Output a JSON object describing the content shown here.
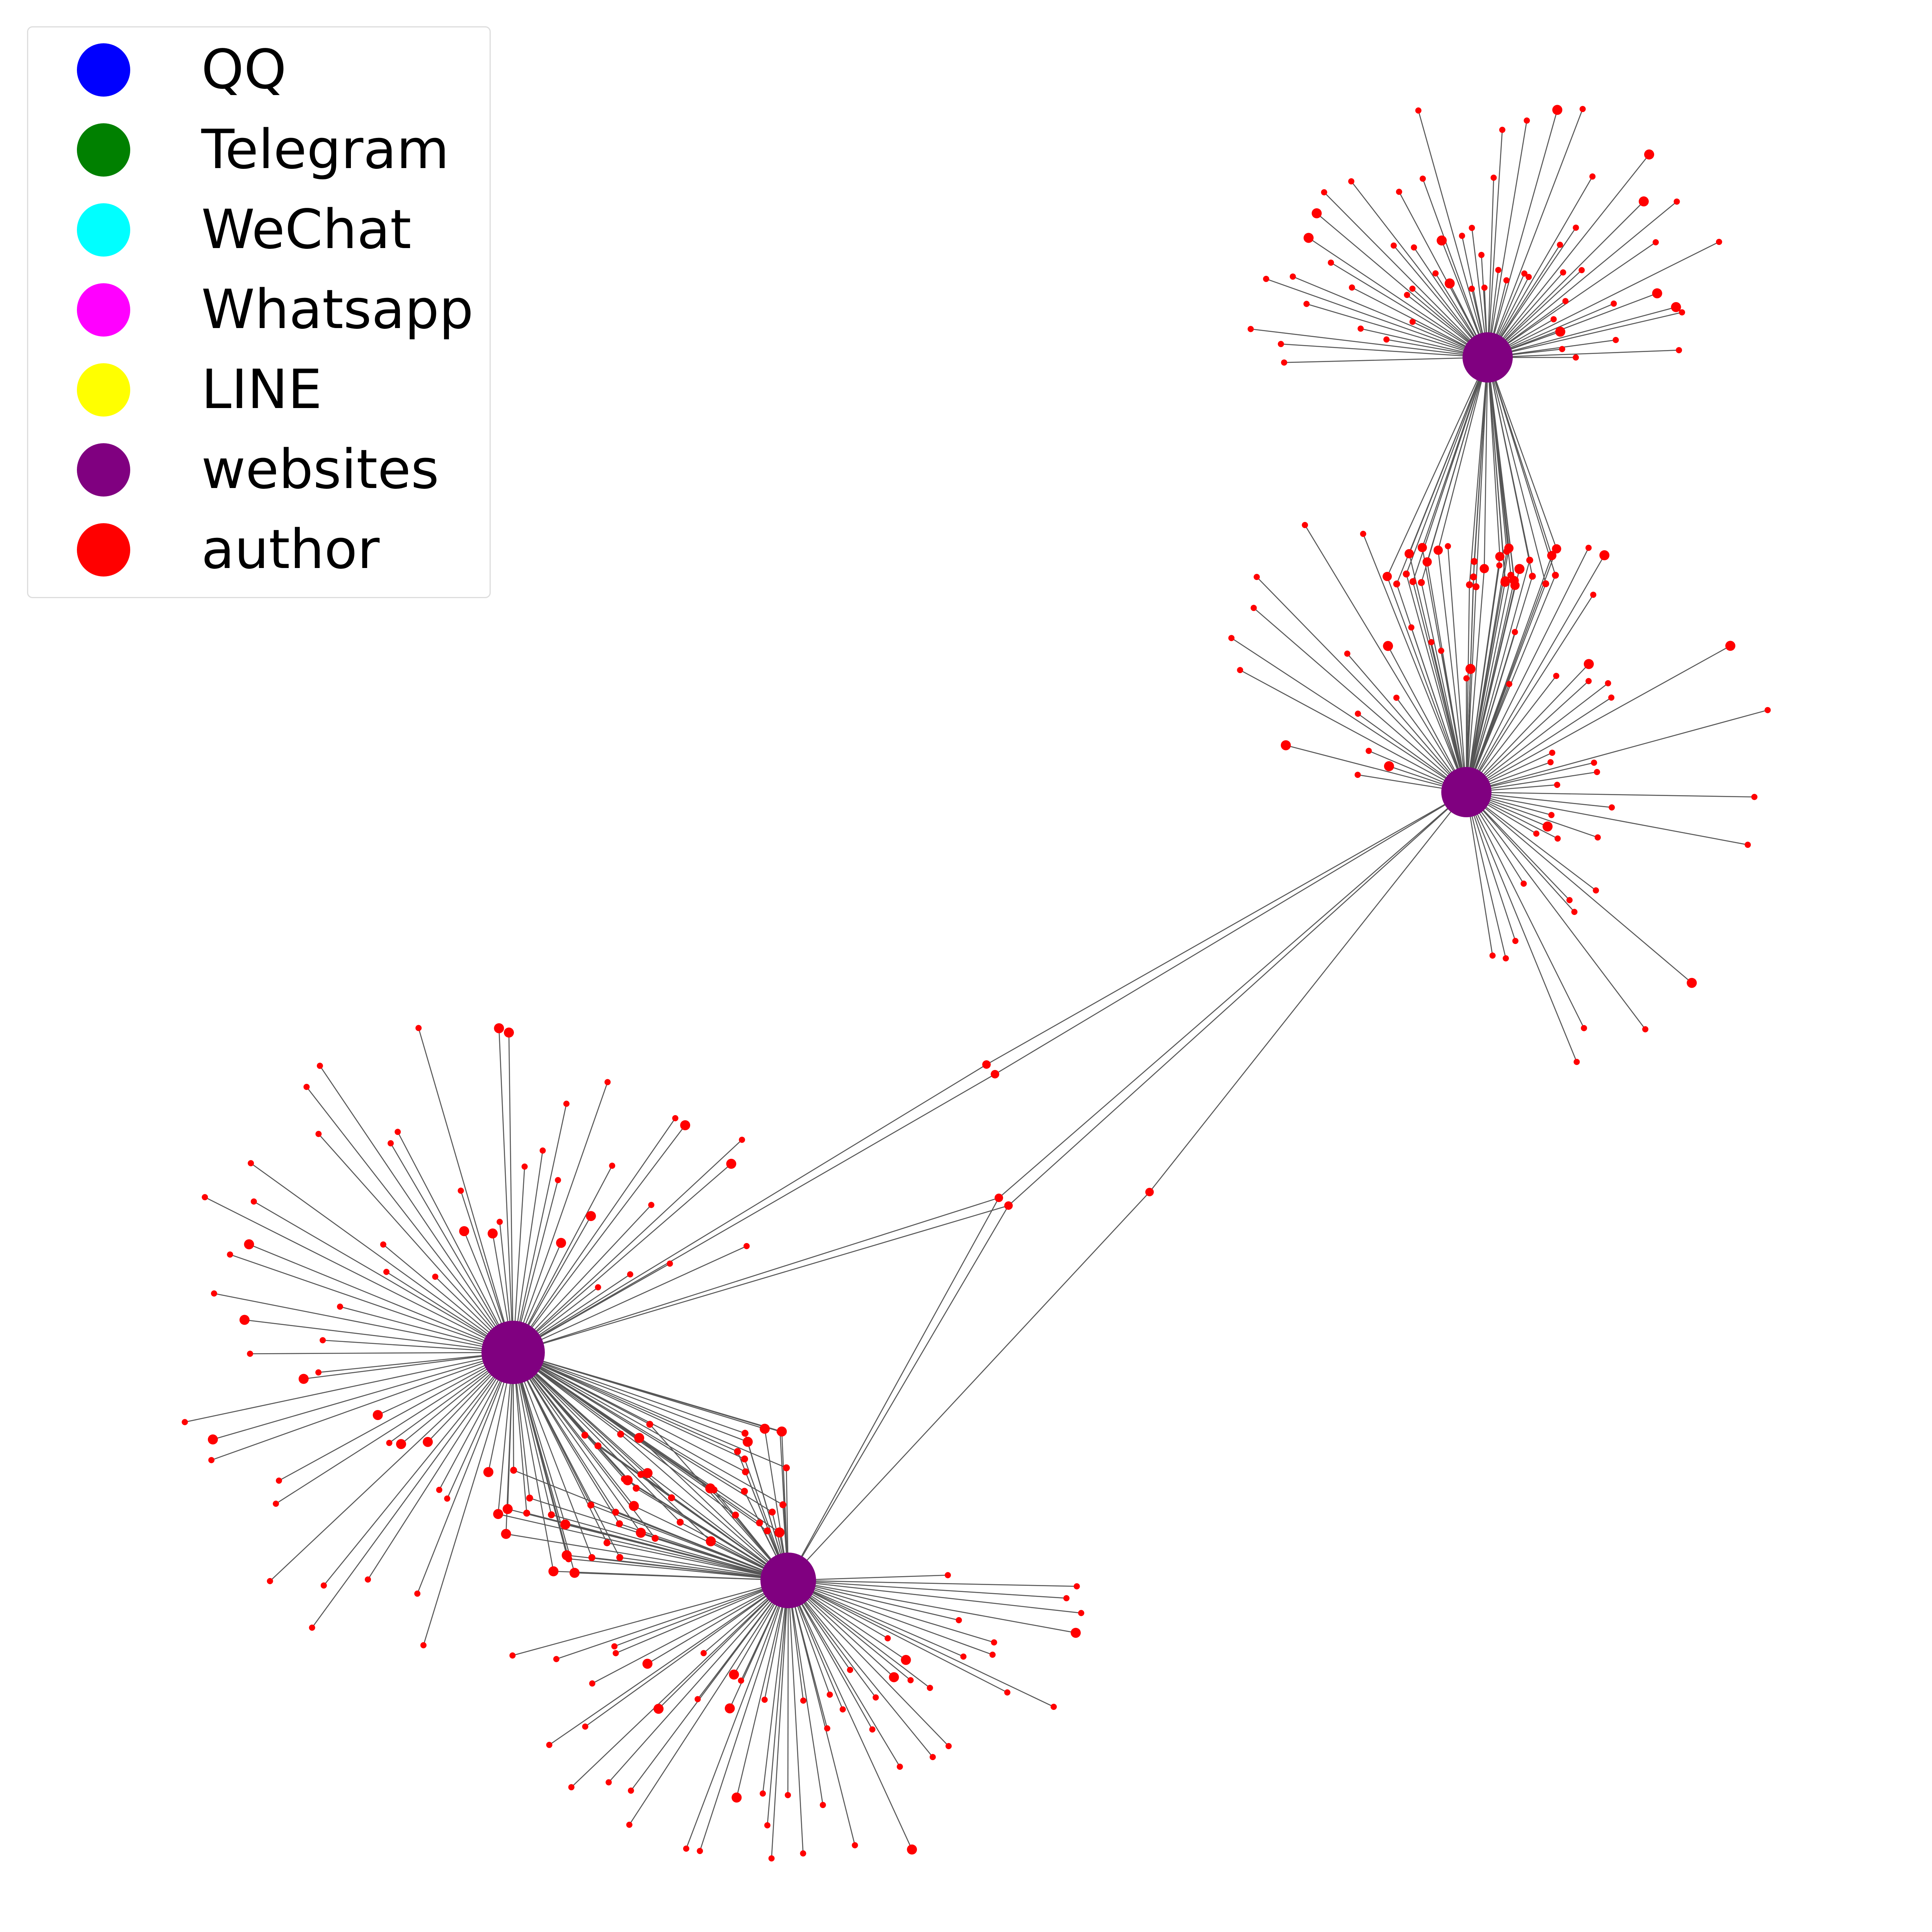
{
  "legend": {
    "entries": [
      {
        "label": "QQ",
        "color": "#0000ff"
      },
      {
        "label": "Telegram",
        "color": "#008000"
      },
      {
        "label": "WeChat",
        "color": "#00ffff"
      },
      {
        "label": "Whatsapp",
        "color": "#ff00ff"
      },
      {
        "label": "LINE",
        "color": "#ffff00"
      },
      {
        "label": "websites",
        "color": "#800080"
      },
      {
        "label": "author",
        "color": "#ff0000"
      }
    ]
  },
  "graph": {
    "node_colors": {
      "website": "#800080",
      "author": "#ff0000"
    },
    "edge_color": "#555555",
    "website_nodes": 4,
    "author_leaves_per_hub": [
      60,
      58,
      62,
      56
    ],
    "shared_authors_hub1_hub2": 28,
    "shared_authors_hub3_hub4": 52
  }
}
